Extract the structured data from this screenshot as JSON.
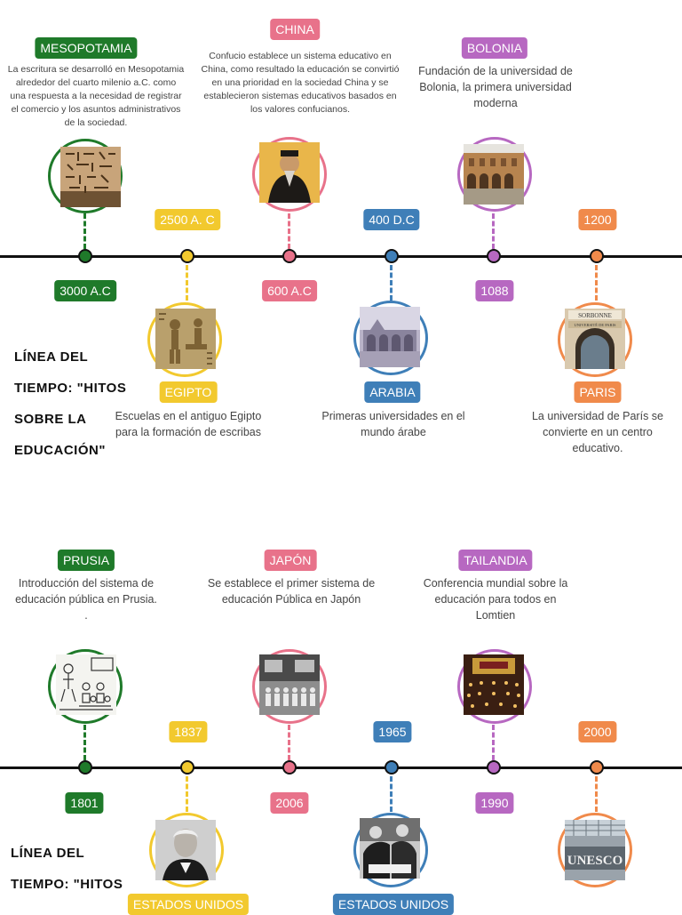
{
  "colors": {
    "green": "#1f7a2a",
    "yellow": "#f2c92e",
    "pink": "#e8728a",
    "blue": "#3f7fb8",
    "purple": "#b768c1",
    "orange": "#f08a4b"
  },
  "timeline1": {
    "title_line1": "LÍNEA DEL",
    "title_line2": "TIEMPO: \"HITOS",
    "title_line3": "SOBRE LA",
    "title_line4": "EDUCACIÓN\"",
    "mesopotamia": {
      "label": "MESOPOTAMIA",
      "year": "3000 A.C",
      "text": "La escritura se desarrolló en Mesopotamia alrededor del cuarto milenio a.C. como una respuesta a la necesidad de registrar el comercio y los asuntos administrativos de la sociedad.",
      "icon": "cuneiform-tablet-icon"
    },
    "egipto": {
      "label": "EGIPTO",
      "year": "2500 A. C",
      "text": "Escuelas en el antiguo Egipto para la formación de escribas",
      "icon": "egyptian-relief-icon"
    },
    "china": {
      "label": "CHINA",
      "year": "600 A.C",
      "text": "Confucio establece un sistema educativo en China, como resultado la educación se convirtió en una prioridad en la sociedad China y se establecieron sistemas educativos basados en los valores confucianos.",
      "icon": "confucius-icon"
    },
    "arabia": {
      "label": "ARABIA",
      "year": "400 D.C",
      "text": "Primeras universidades en el mundo árabe",
      "icon": "arabic-courtyard-icon"
    },
    "bolonia": {
      "label": "BOLONIA",
      "year": "1088",
      "text": "Fundación de la universidad de Bolonia, la primera universidad moderna",
      "icon": "bologna-university-icon"
    },
    "paris": {
      "label": "PARIS",
      "year": "1200",
      "text": "La universidad de París se convierte en un centro educativo.",
      "icon": "sorbonne-entrance-icon",
      "sign_top": "SORBONNE",
      "sign_bottom": "UNIVERSITÉ DE PARIS"
    }
  },
  "timeline2": {
    "title_line1": "LÍNEA DEL",
    "title_line2": "TIEMPO: \"HITOS",
    "prusia": {
      "label": "PRUSIA",
      "year": "1801",
      "text": "Introducción del sistema de educación pública en Prusia.",
      "extra": ".",
      "icon": "prussian-classroom-icon"
    },
    "estados_unidos_1": {
      "label": "ESTADOS UNIDOS",
      "year": "1837",
      "icon": "horace-mann-portrait-icon"
    },
    "japon": {
      "label": "JAPÓN",
      "year": "2006",
      "text": "Se establece el primer sistema de educación Pública en Japón",
      "icon": "japanese-school-icon"
    },
    "estados_unidos_2": {
      "label": "ESTADOS UNIDOS",
      "year": "1965",
      "icon": "signing-ceremony-icon"
    },
    "tailandia": {
      "label": "TAILANDIA",
      "year": "1990",
      "text": "Conferencia mundial sobre la educación para todos en Lomtien",
      "icon": "conference-hall-icon"
    },
    "unesco": {
      "year": "2000",
      "icon": "unesco-sign-icon",
      "sign": "UNESCO"
    }
  }
}
